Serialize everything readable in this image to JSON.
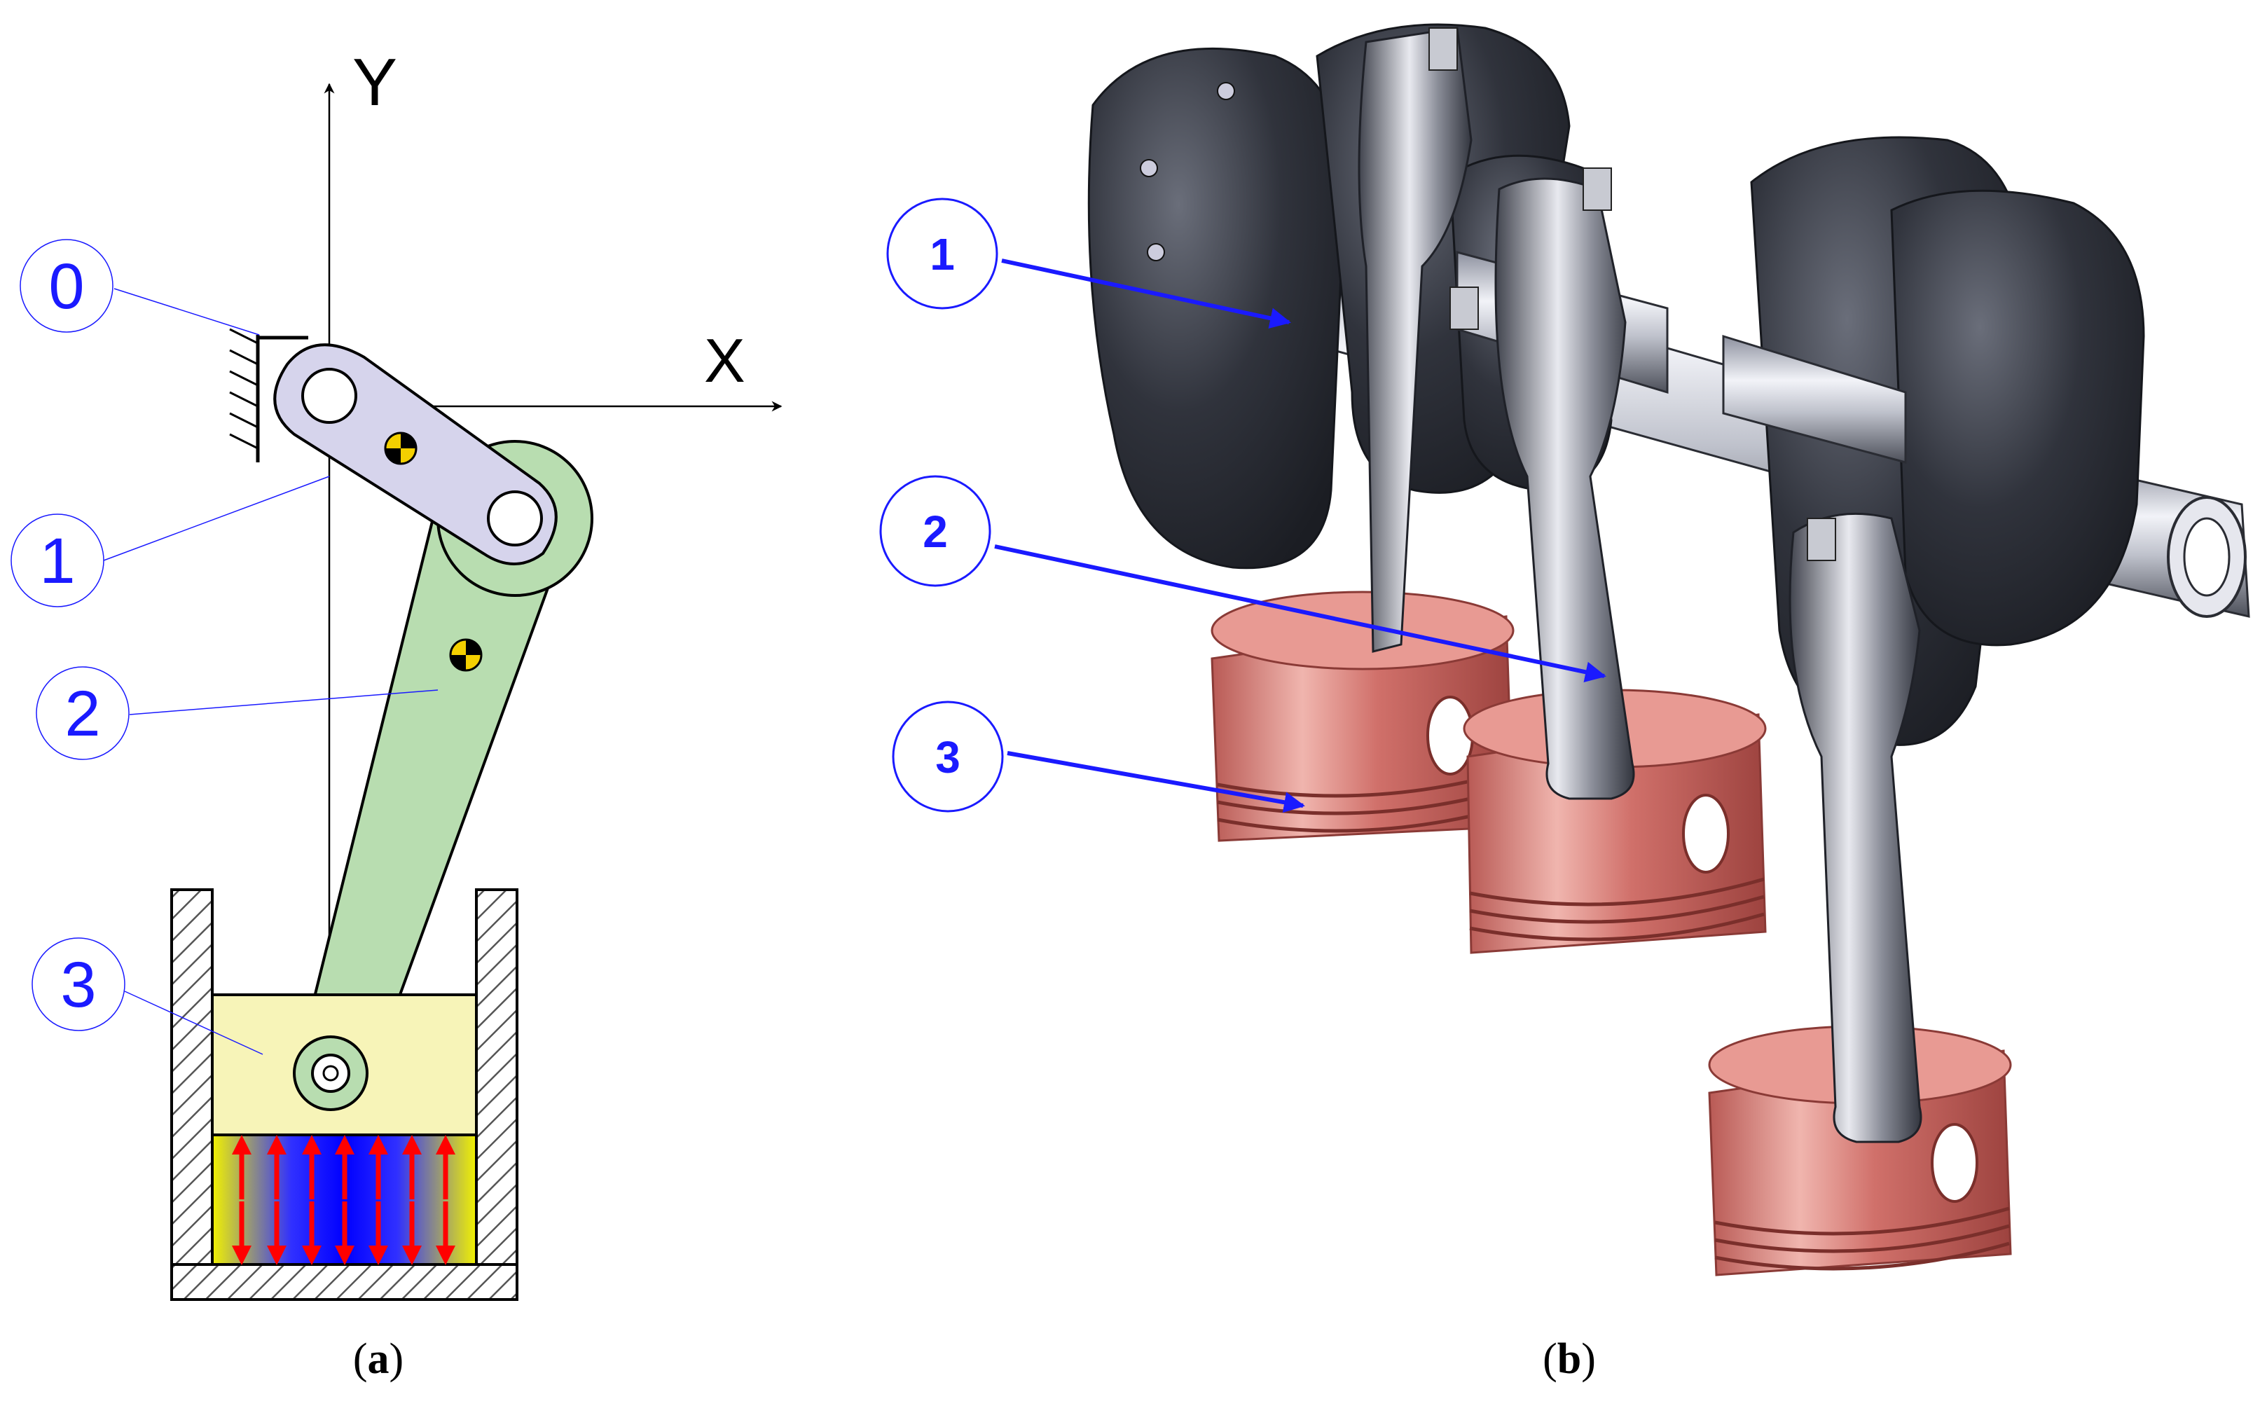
{
  "panel_a": {
    "axis_y_label": "Y",
    "axis_x_label": "X",
    "parts": [
      {
        "label": "0",
        "part": "frame"
      },
      {
        "label": "1",
        "part": "crank"
      },
      {
        "label": "2",
        "part": "connecting-rod"
      },
      {
        "label": "3",
        "part": "piston"
      }
    ],
    "caption_open": "(",
    "caption_letter": "a",
    "caption_close": ")"
  },
  "panel_b": {
    "parts": [
      {
        "label": "1",
        "part": "crankshaft"
      },
      {
        "label": "2",
        "part": "connecting-rod"
      },
      {
        "label": "3",
        "part": "piston"
      }
    ],
    "caption_open": "(",
    "caption_letter": "b",
    "caption_close": ")"
  },
  "colors": {
    "label_blue": "#1a1aff",
    "crank": "#d6d4ec",
    "rod": "#b8ddb0",
    "piston": "#f7f4b8",
    "gas_center": "#1010ff",
    "gas_edge": "#f2f200",
    "pressure_arrows": "#ff0000",
    "crankshaft_metal": "#2c2f38",
    "piston_3d": "#d4736c"
  }
}
